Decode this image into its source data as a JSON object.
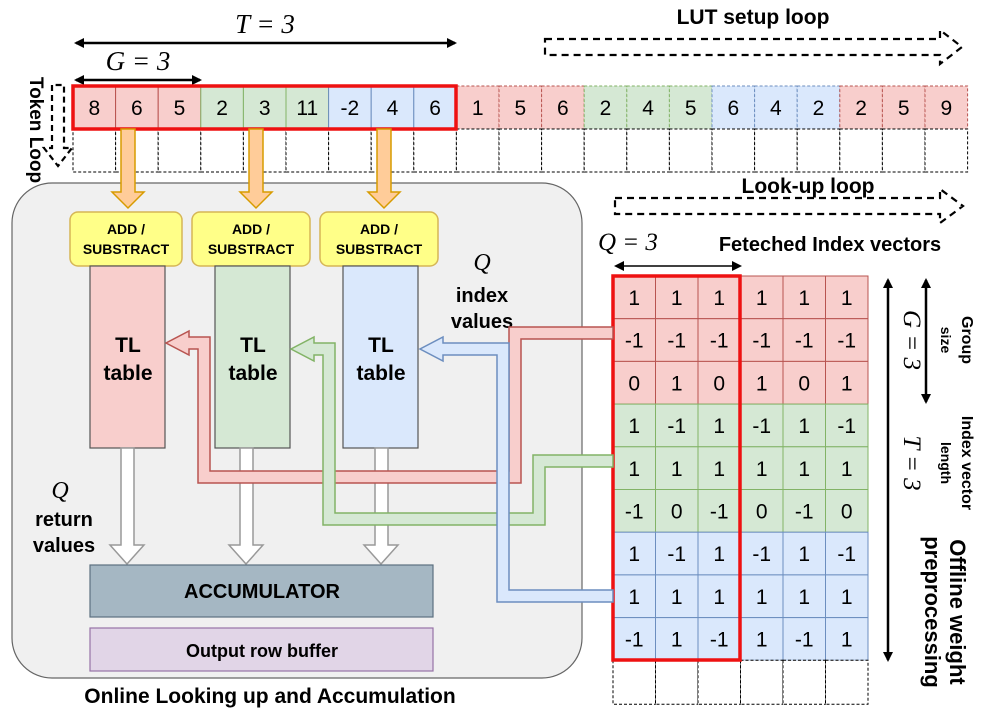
{
  "labels": {
    "T_eq": "T = 3",
    "G_eq": "G = 3",
    "Q_eq": "Q = 3",
    "lut_setup_loop": "LUT setup loop",
    "token_loop": "Token Loop",
    "lookup_loop": "Look-up loop",
    "fetched_index_vectors": "Feteched Index vectors",
    "q_symbol": "Q",
    "index_values_1": "index",
    "index_values_2": "values",
    "return_values_1": "return",
    "return_values_2": "values",
    "add_substract_1": "ADD /",
    "add_substract_2": "SUBSTRACT",
    "tl_1": "TL",
    "tl_2": "table",
    "accumulator": "ACCUMULATOR",
    "output_row_buffer": "Output row buffer",
    "online_caption": "Online Looking up and Accumulation",
    "group_size_1": "Group",
    "group_size_2": "size",
    "G_eq_side": "G = 3",
    "index_vector_1": "Index vector",
    "index_vector_2": "length",
    "T_eq_side": "T = 3",
    "offline_1": "Offline weight",
    "offline_2": "preprocessing"
  },
  "token_row": [
    "8",
    "6",
    "5",
    "2",
    "3",
    "11",
    "-2",
    "4",
    "6",
    "1",
    "5",
    "6",
    "2",
    "4",
    "5",
    "6",
    "4",
    "2",
    "2",
    "5",
    "9"
  ],
  "index_matrix": [
    [
      "1",
      "1",
      "1",
      "1",
      "1",
      "1"
    ],
    [
      "-1",
      "-1",
      "-1",
      "-1",
      "-1",
      "-1"
    ],
    [
      "0",
      "1",
      "0",
      "1",
      "0",
      "1"
    ],
    [
      "1",
      "-1",
      "1",
      "-1",
      "1",
      "-1"
    ],
    [
      "1",
      "1",
      "1",
      "1",
      "1",
      "1"
    ],
    [
      "-1",
      "0",
      "-1",
      "0",
      "-1",
      "0"
    ],
    [
      "1",
      "-1",
      "1",
      "-1",
      "1",
      "-1"
    ],
    [
      "1",
      "1",
      "1",
      "1",
      "1",
      "1"
    ],
    [
      "-1",
      "1",
      "-1",
      "1",
      "-1",
      "1"
    ]
  ],
  "colors": {
    "red_fill": "#f8cecc",
    "red_stroke": "#b85450",
    "green_fill": "#d5e8d4",
    "green_stroke": "#82b366",
    "blue_fill": "#dae8fc",
    "blue_stroke": "#6c8ebf",
    "yellow_fill": "#fff2cc",
    "yellow_stroke": "#d6b656",
    "accum_fill": "#bac8d3",
    "accum_stroke": "#23445d",
    "output_fill": "#e1d5e7",
    "output_stroke": "#9673a6",
    "panel_fill": "#f0f0f0",
    "highlight": "#ee1111",
    "orange_arrow": "#ffcc99"
  }
}
